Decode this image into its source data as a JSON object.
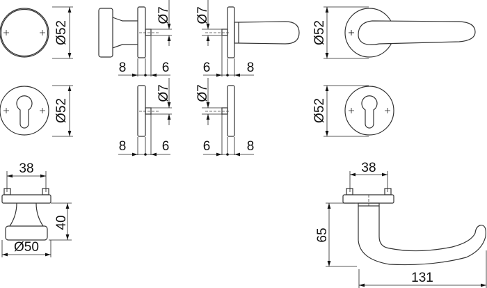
{
  "title": "Door handle set technical drawing",
  "dimensions": {
    "rose_diameter": "Ø52",
    "escutcheon_diameter": "Ø52",
    "lever_rose_diameter": "Ø52",
    "lever_escutcheon_diameter": "Ø52",
    "spindle_diameter": "Ø7",
    "left_offset": "8",
    "right_offset": "6",
    "lever_left_offset": "6",
    "lever_right_offset": "8",
    "knob_hole_spacing": "38",
    "knob_height": "40",
    "knob_diameter": "Ø50",
    "lever_hole_spacing": "38",
    "lever_height": "65",
    "lever_length": "131"
  },
  "colors": {
    "line": "#333333",
    "background": "#ffffff"
  }
}
